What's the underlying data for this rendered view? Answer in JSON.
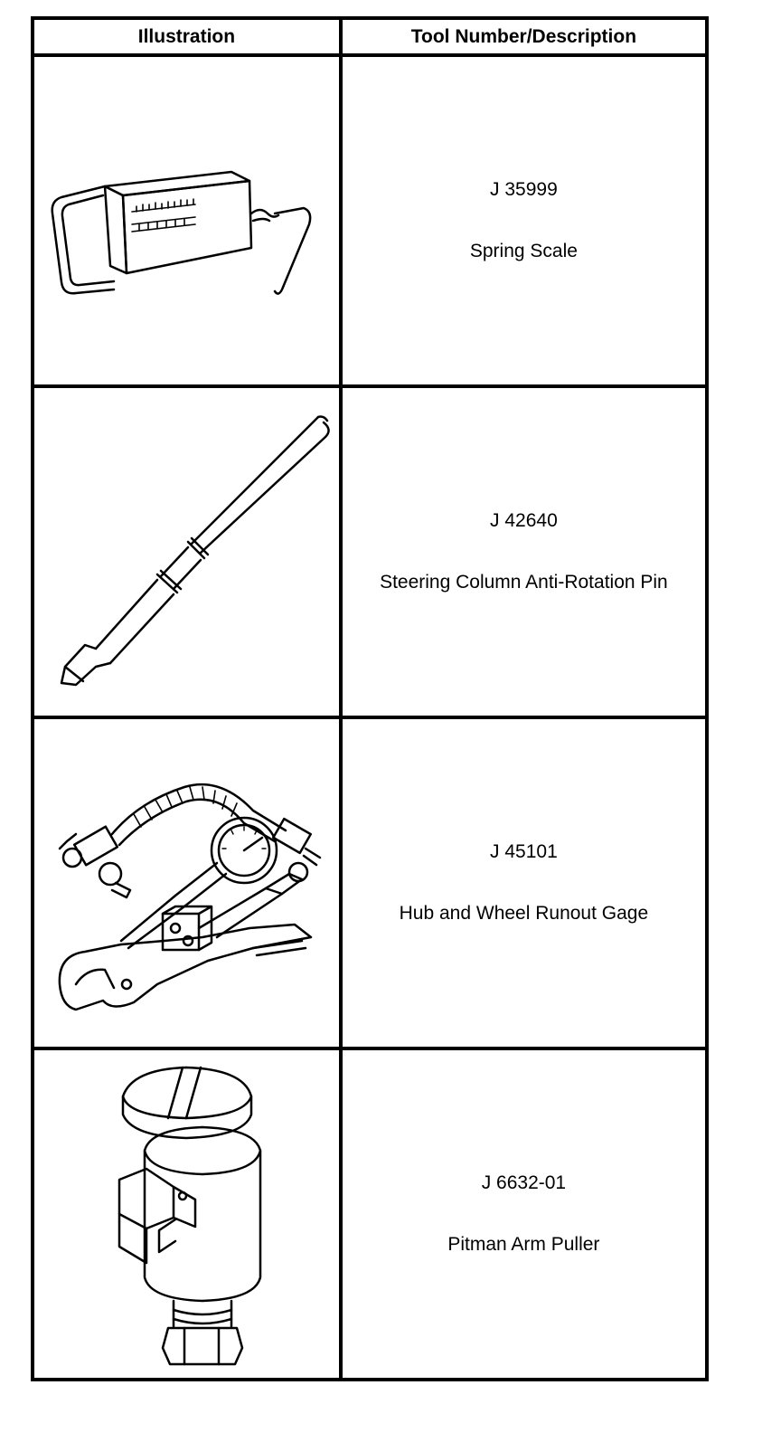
{
  "table": {
    "headers": {
      "illustration": "Illustration",
      "description": "Tool Number/Description"
    },
    "rows": [
      {
        "number": "J 35999",
        "description": "Spring Scale",
        "icon": "spring-scale-icon"
      },
      {
        "number": "J 42640",
        "description": "Steering Column Anti-Rotation Pin",
        "icon": "anti-rotation-pin-icon"
      },
      {
        "number": "J 45101",
        "description": "Hub and Wheel Runout Gage",
        "icon": "runout-gage-icon"
      },
      {
        "number": "J 6632-01",
        "description": "Pitman Arm Puller",
        "icon": "pitman-arm-puller-icon"
      }
    ]
  }
}
